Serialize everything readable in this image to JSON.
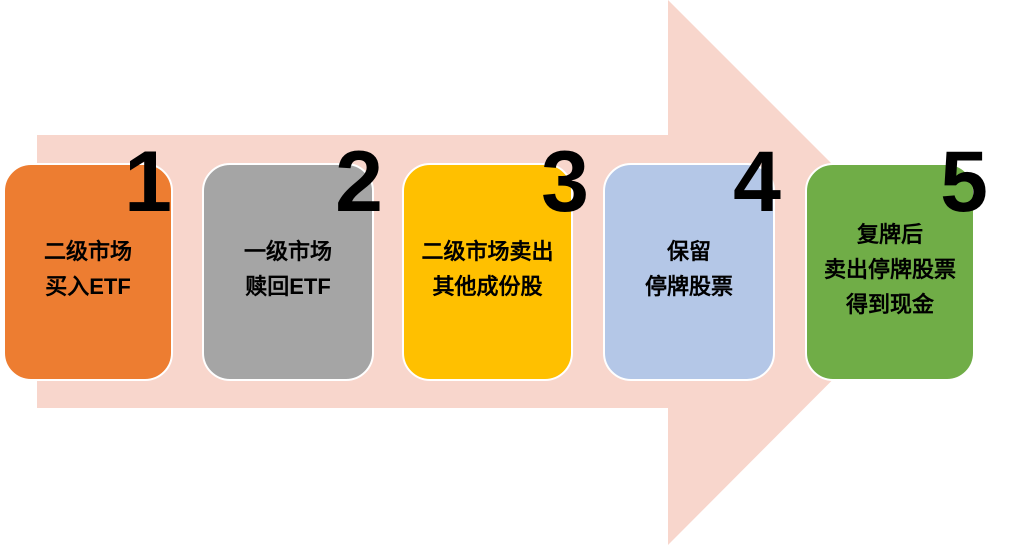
{
  "arrow_color": "#F8D6CC",
  "steps": [
    {
      "number": "1",
      "line1": "二级市场",
      "line2": "买入ETF",
      "line3": "",
      "color": "#ED7D31"
    },
    {
      "number": "2",
      "line1": "一级市场",
      "line2": "赎回ETF",
      "line3": "",
      "color": "#A5A5A5"
    },
    {
      "number": "3",
      "line1": "二级市场卖出",
      "line2": "其他成份股",
      "line3": "",
      "color": "#FFC000"
    },
    {
      "number": "4",
      "line1": "保留",
      "line2": "停牌股票",
      "line3": "",
      "color": "#B4C7E7"
    },
    {
      "number": "5",
      "line1": "复牌后",
      "line2": "卖出停牌股票",
      "line3": "得到现金",
      "color": "#70AD47"
    }
  ]
}
